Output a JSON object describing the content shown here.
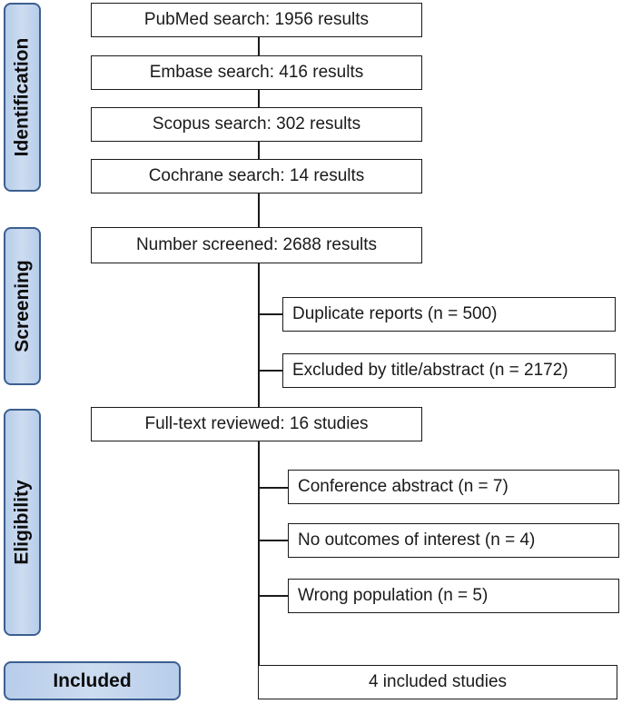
{
  "phases": {
    "identification": "Identification",
    "screening": "Screening",
    "eligibility": "Eligibility",
    "included": "Included"
  },
  "boxes": {
    "pubmed": "PubMed search: 1956 results",
    "embase": "Embase search: 416 results",
    "scopus": "Scopus search: 302 results",
    "cochrane": "Cochrane search: 14 results",
    "screened": "Number screened: 2688 results",
    "duplicates": "Duplicate reports (n = 500)",
    "excluded_title": "Excluded by title/abstract (n = 2172)",
    "fulltext": "Full-text reviewed: 16 studies",
    "conference": "Conference abstract (n = 7)",
    "no_outcomes": "No outcomes of interest (n = 4)",
    "wrong_population": "Wrong population  (n = 5)",
    "included_studies": "4 included studies"
  }
}
